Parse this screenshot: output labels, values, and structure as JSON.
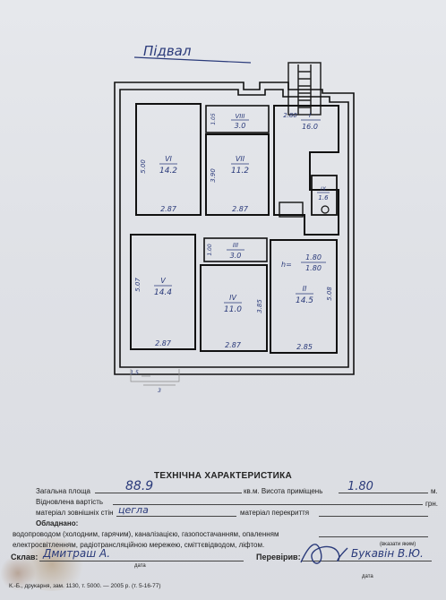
{
  "plan": {
    "title": "Підвал",
    "rooms": [
      {
        "num": "VI",
        "area": "14.2"
      },
      {
        "num": "VII",
        "area": "11.2"
      },
      {
        "num": "VIII",
        "area": "3.0"
      },
      {
        "num": "I",
        "area": "16.0"
      },
      {
        "num": "IX",
        "area": "1.6"
      },
      {
        "num": "V",
        "area": "14.4"
      },
      {
        "num": "III",
        "area": "3.0"
      },
      {
        "num": "IV",
        "area": "11.0"
      },
      {
        "num": "II",
        "area": "14.5"
      }
    ],
    "dimensions": [
      "5.00",
      "2.87",
      "1.05",
      "3.90",
      "2.87",
      "2.80",
      "1.00",
      "5.07",
      "2.87",
      "3.85",
      "2.87",
      "5.08",
      "2.85",
      "1.5",
      "3"
    ],
    "height_note": {
      "label": "h=",
      "top": "1.80",
      "bottom": "1.80"
    }
  },
  "tech": {
    "title": "ТЕХНІЧНА ХАРАКТЕРИСТИКА",
    "total_area_label": "Загальна площа",
    "total_area_value": "88.9",
    "area_unit_label": "кв.м. Висота приміщень",
    "height_value": "1.80",
    "height_unit": "м.",
    "restored_cost_label": "Відновлена вартість",
    "currency": "грн.",
    "walls_label": "матеріал зовнішніх стін",
    "walls_value": "цегла",
    "ceiling_label": "матеріал перекриття",
    "equipped_label": "Обладнано:",
    "equipment_line1": "водопроводом (холодним, гарячим), каналізацією, газопостачанням, опаленням",
    "equipment_line2": "електросвітленням, радіотрансляційною мережею, сміттєвідводом, ліфтом.",
    "note_label": "(вказати яким)",
    "compiled_label": "Склав:",
    "compiled_value": "Дмитраш А.",
    "checked_label": "Перевірив:",
    "checked_value": "Букавін В.Ю.",
    "date_label_1": "дата",
    "date_label_2": "дата",
    "footer": "К.-Б., друкарня, зам. 1130, т. 5000. — 2005 р. (т. 5-16-77)"
  }
}
